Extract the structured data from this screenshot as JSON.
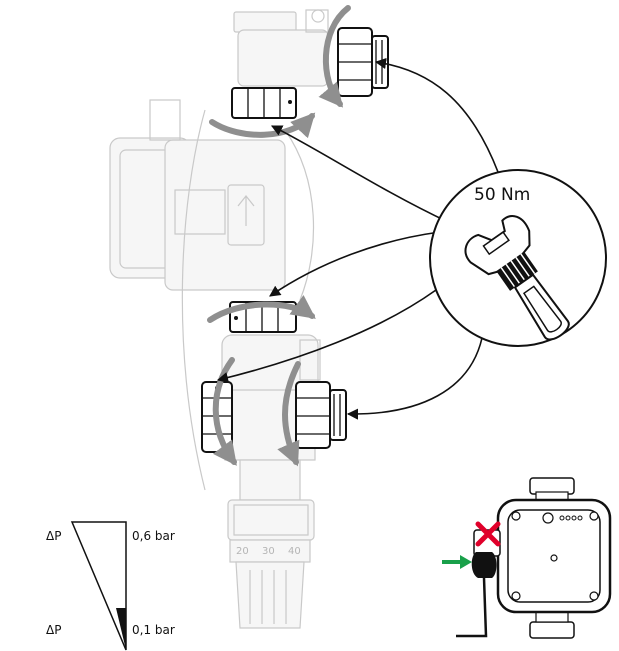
{
  "torque_label": "50 Nm",
  "scale_labels": {
    "thermostat_20": "20",
    "thermostat_30": "30",
    "thermostat_40": "40"
  },
  "pressure_legend": {
    "delta_top": "ΔP",
    "value_top": "0,6 bar",
    "delta_bottom": "ΔP",
    "value_bottom": "0,1 bar"
  },
  "colors": {
    "line": "#111111",
    "ghost": "#c9c9c9",
    "arc": "#8f8f8f",
    "forbidden": "#e0002a",
    "arrow_green": "#19a04a"
  },
  "icons": [
    "wrench-icon",
    "forbidden-x-icon",
    "arrow-right-icon"
  ]
}
